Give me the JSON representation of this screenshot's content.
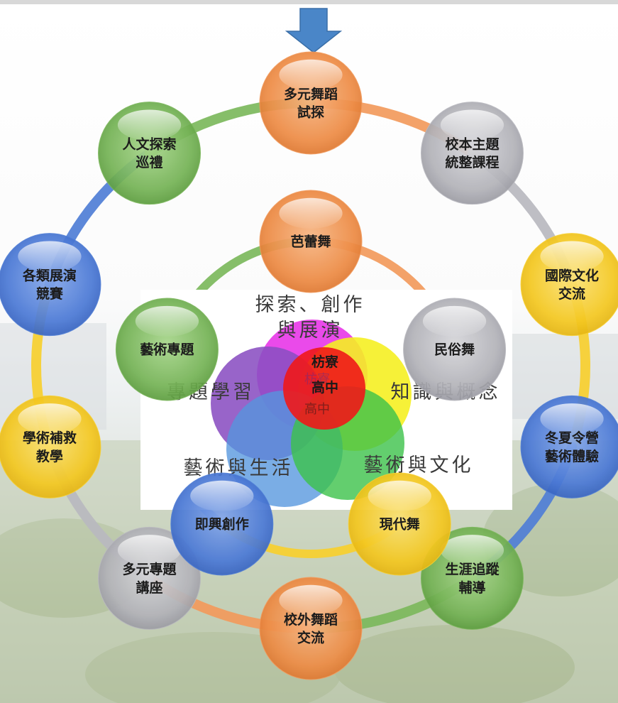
{
  "diagram": {
    "outer_ring": [
      {
        "id": "multi-dance-exploration",
        "lines": [
          "多元舞蹈",
          "試探"
        ],
        "color": "orange"
      },
      {
        "id": "school-theme-curriculum",
        "lines": [
          "校本主題",
          "統整課程"
        ],
        "color": "gray"
      },
      {
        "id": "intl-culture-exchange",
        "lines": [
          "國際文化",
          "交流"
        ],
        "color": "yellow"
      },
      {
        "id": "summer-winter-camp",
        "lines": [
          "冬夏令營",
          "藝術體驗"
        ],
        "color": "blue"
      },
      {
        "id": "career-guidance",
        "lines": [
          "生涯追蹤",
          "輔導"
        ],
        "color": "green"
      },
      {
        "id": "external-dance-exchange",
        "lines": [
          "校外舞蹈",
          "交流"
        ],
        "color": "orange"
      },
      {
        "id": "multi-topic-lecture",
        "lines": [
          "多元專題",
          "講座"
        ],
        "color": "gray"
      },
      {
        "id": "academic-remedial",
        "lines": [
          "學術補救",
          "教學"
        ],
        "color": "yellow"
      },
      {
        "id": "exhibition-competition",
        "lines": [
          "各類展演",
          "競賽"
        ],
        "color": "blue"
      },
      {
        "id": "humanities-exploration",
        "lines": [
          "人文探索",
          "巡禮"
        ],
        "color": "green"
      }
    ],
    "inner_ring": [
      {
        "id": "ballet",
        "lines": [
          "芭蕾舞"
        ],
        "color": "orange"
      },
      {
        "id": "folk-dance",
        "lines": [
          "民俗舞"
        ],
        "color": "gray"
      },
      {
        "id": "modern-dance",
        "lines": [
          "現代舞"
        ],
        "color": "yellow"
      },
      {
        "id": "improvisation",
        "lines": [
          "即興創作"
        ],
        "color": "blue"
      },
      {
        "id": "art-project",
        "lines": [
          "藝術專題"
        ],
        "color": "green"
      }
    ],
    "venn": {
      "top_label_line1": "探索、創作",
      "top_label_line2": "與展演",
      "left_label": "專題學習",
      "right_label": "知識與概念",
      "bottom_left_label": "藝術與生活",
      "bottom_right_label": "藝術與文化",
      "center_line1": "枋寮",
      "center_line2": "高中",
      "center_shadow_line1": "枋寮",
      "center_shadow_line2": "高中"
    },
    "colors": {
      "orange": "#f29a5c",
      "gray": "#b9b9bf",
      "yellow": "#f7cf2e",
      "blue": "#4f7ed6",
      "green": "#7cb85c",
      "venn_magenta": "#e836e8",
      "venn_purple": "#8a4fc2",
      "venn_yellow": "#f5ef22",
      "venn_blue": "#5596de",
      "venn_green": "#3cc24a",
      "venn_red": "#f01818",
      "arrow": "#4a86c8"
    }
  }
}
